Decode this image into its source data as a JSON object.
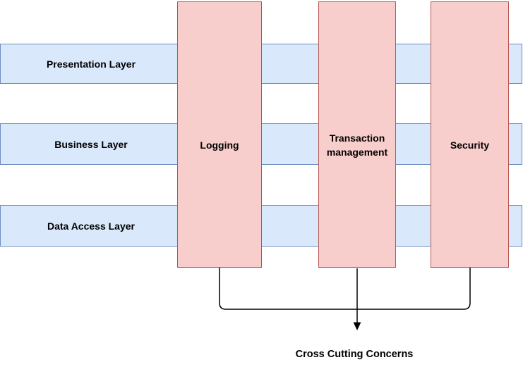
{
  "diagram": {
    "layers": [
      {
        "label": "Presentation Layer"
      },
      {
        "label": "Business Layer"
      },
      {
        "label": "Data Access Layer"
      }
    ],
    "concerns": [
      {
        "label": "Logging"
      },
      {
        "label": "Transaction management"
      },
      {
        "label": "Security"
      }
    ],
    "caption": "Cross Cutting Concerns",
    "colors": {
      "layer_fill": "#dae8fc",
      "layer_stroke": "#6c8ebf",
      "concern_fill": "#f8cecc",
      "concern_stroke": "#b85450",
      "connector": "#000000"
    }
  }
}
